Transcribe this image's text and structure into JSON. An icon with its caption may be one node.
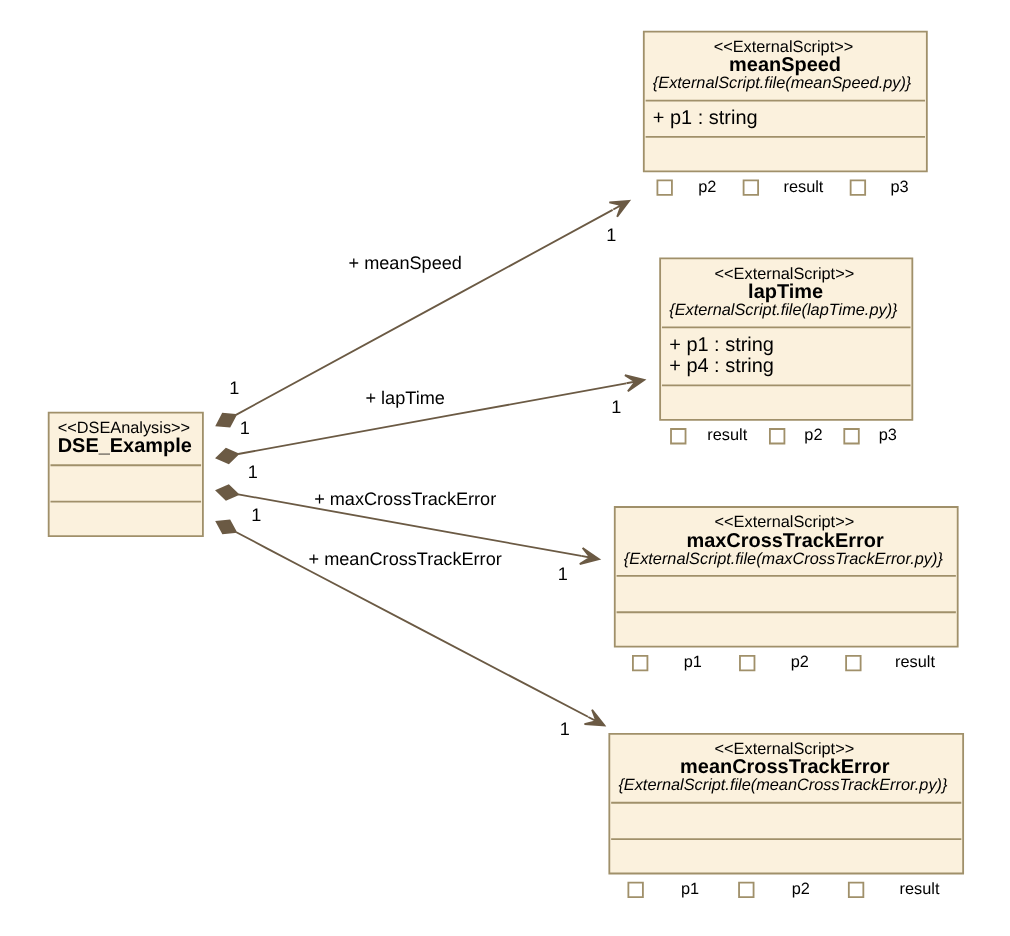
{
  "diagram": {
    "nodes": [
      {
        "text": [
          "<<DSEAnalysis>>",
          "DSE_Example"
        ]
      },
      {
        "text": [
          "<<ExternalScript>>",
          "meanSpeed",
          "{ExternalScript.file(meanSpeed.py)}",
          "+ p1 : string"
        ],
        "beside": [
          "p2",
          "result",
          "p3"
        ]
      },
      {
        "text": [
          "<<ExternalScript>>",
          "lapTime",
          "{ExternalScript.file(lapTime.py)}",
          "+ p1 : string",
          "+ p4 : string"
        ],
        "beside": [
          "result",
          "p2",
          "p3"
        ]
      },
      {
        "text": [
          "<<ExternalScript>>",
          "maxCrossTrackError",
          "{ExternalScript.file(maxCrossTrackError.py)}"
        ],
        "beside": [
          "p1",
          "p2",
          "result"
        ]
      },
      {
        "text": [
          "<<ExternalScript>>",
          "meanCrossTrackError",
          "{ExternalScript.file(meanCrossTrackError.py)}"
        ],
        "beside": [
          "p1",
          "p2",
          "result"
        ]
      }
    ],
    "edges": [
      {
        "from": 0,
        "to": 1,
        "arrow": "to",
        "label": "+ meanSpeed"
      },
      {
        "from": 0,
        "to": 2,
        "arrow": "to",
        "label": "+ lapTime"
      },
      {
        "from": 0,
        "to": 3,
        "arrow": "to",
        "label": "+ maxCrossTrackError"
      },
      {
        "from": 0,
        "to": 4,
        "arrow": "to",
        "label": "+ meanCrossTrackError"
      }
    ],
    "labels": [
      "1",
      "1",
      "1",
      "1",
      "1",
      "1",
      "1",
      "1"
    ]
  }
}
